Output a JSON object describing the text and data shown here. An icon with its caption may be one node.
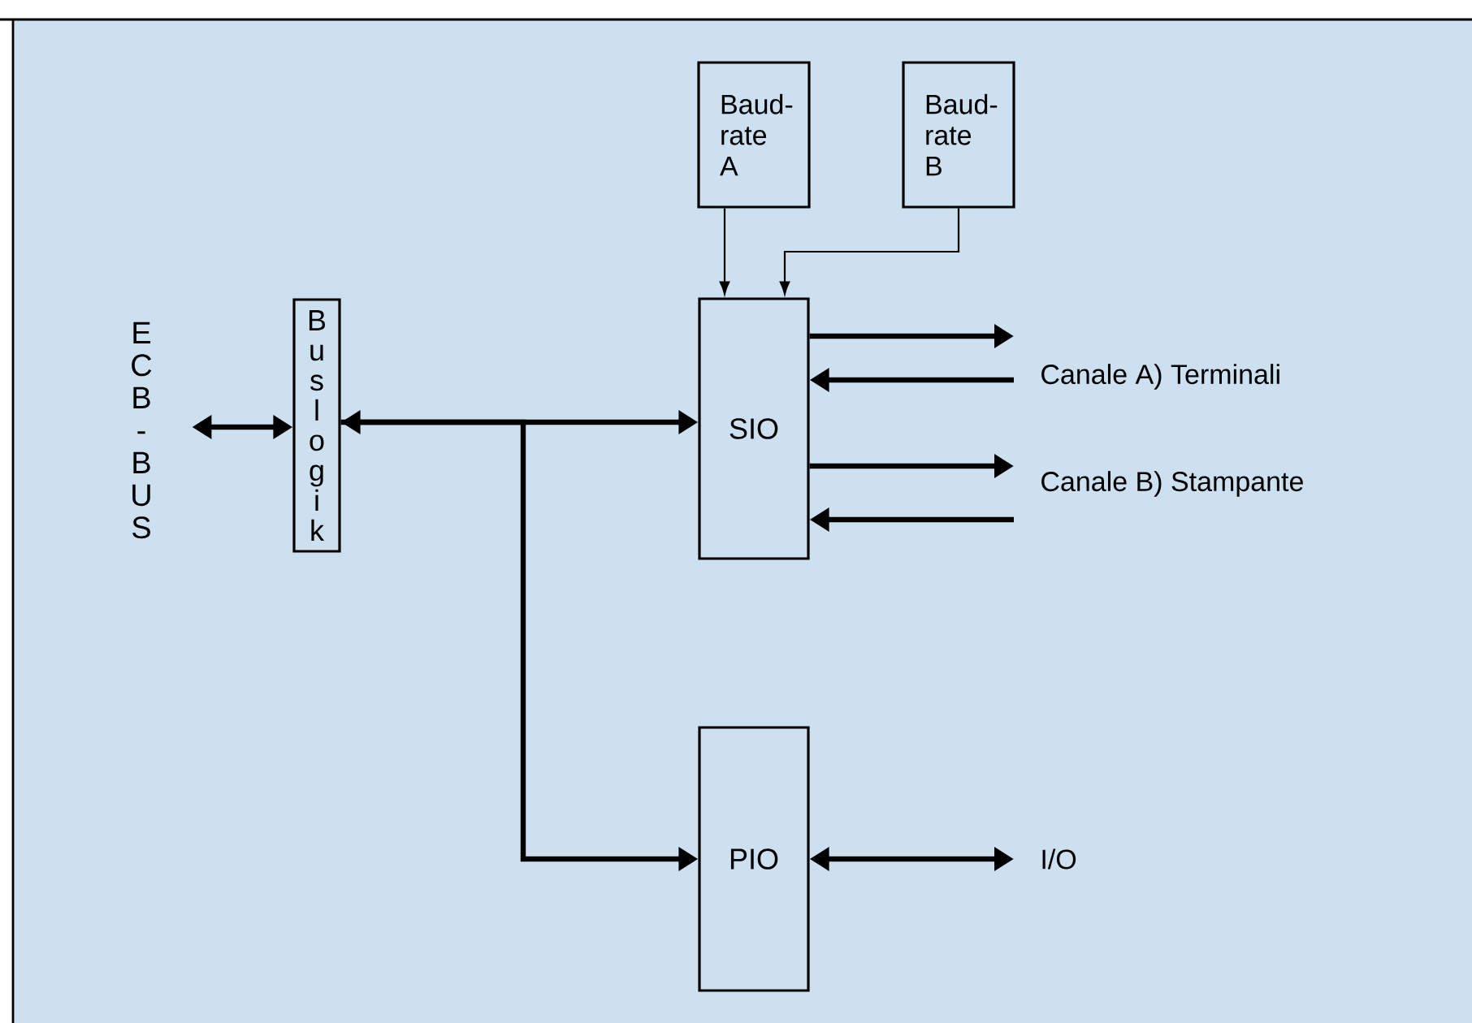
{
  "diagram": {
    "nodes": [
      {
        "text": [
          "ECB-BUS"
        ]
      },
      {
        "text": [
          "Buslogik"
        ]
      },
      {
        "text": [
          "Baud-rate A"
        ]
      },
      {
        "text": [
          "Baud-rate B"
        ]
      },
      {
        "text": [
          "SIO"
        ]
      },
      {
        "text": [
          "PIO"
        ]
      }
    ],
    "edges": [
      {
        "from": 0,
        "to": 1,
        "arrow": "both"
      },
      {
        "from": 1,
        "to": 4,
        "arrow": "both"
      },
      {
        "from": 1,
        "to": 5,
        "arrow": "to"
      },
      {
        "from": 2,
        "to": 4,
        "arrow": "to"
      },
      {
        "from": 3,
        "to": 4,
        "arrow": "to"
      },
      {
        "from": 4,
        "to": null,
        "arrow": "to"
      },
      {
        "from": null,
        "to": 4,
        "arrow": "to"
      },
      {
        "from": 4,
        "to": null,
        "arrow": "to"
      },
      {
        "from": null,
        "to": 4,
        "arrow": "to"
      },
      {
        "from": 5,
        "to": null,
        "arrow": "both"
      }
    ],
    "labels": [
      "Canale A) Terminali",
      "Canale B) Stampante",
      "I/O"
    ]
  }
}
